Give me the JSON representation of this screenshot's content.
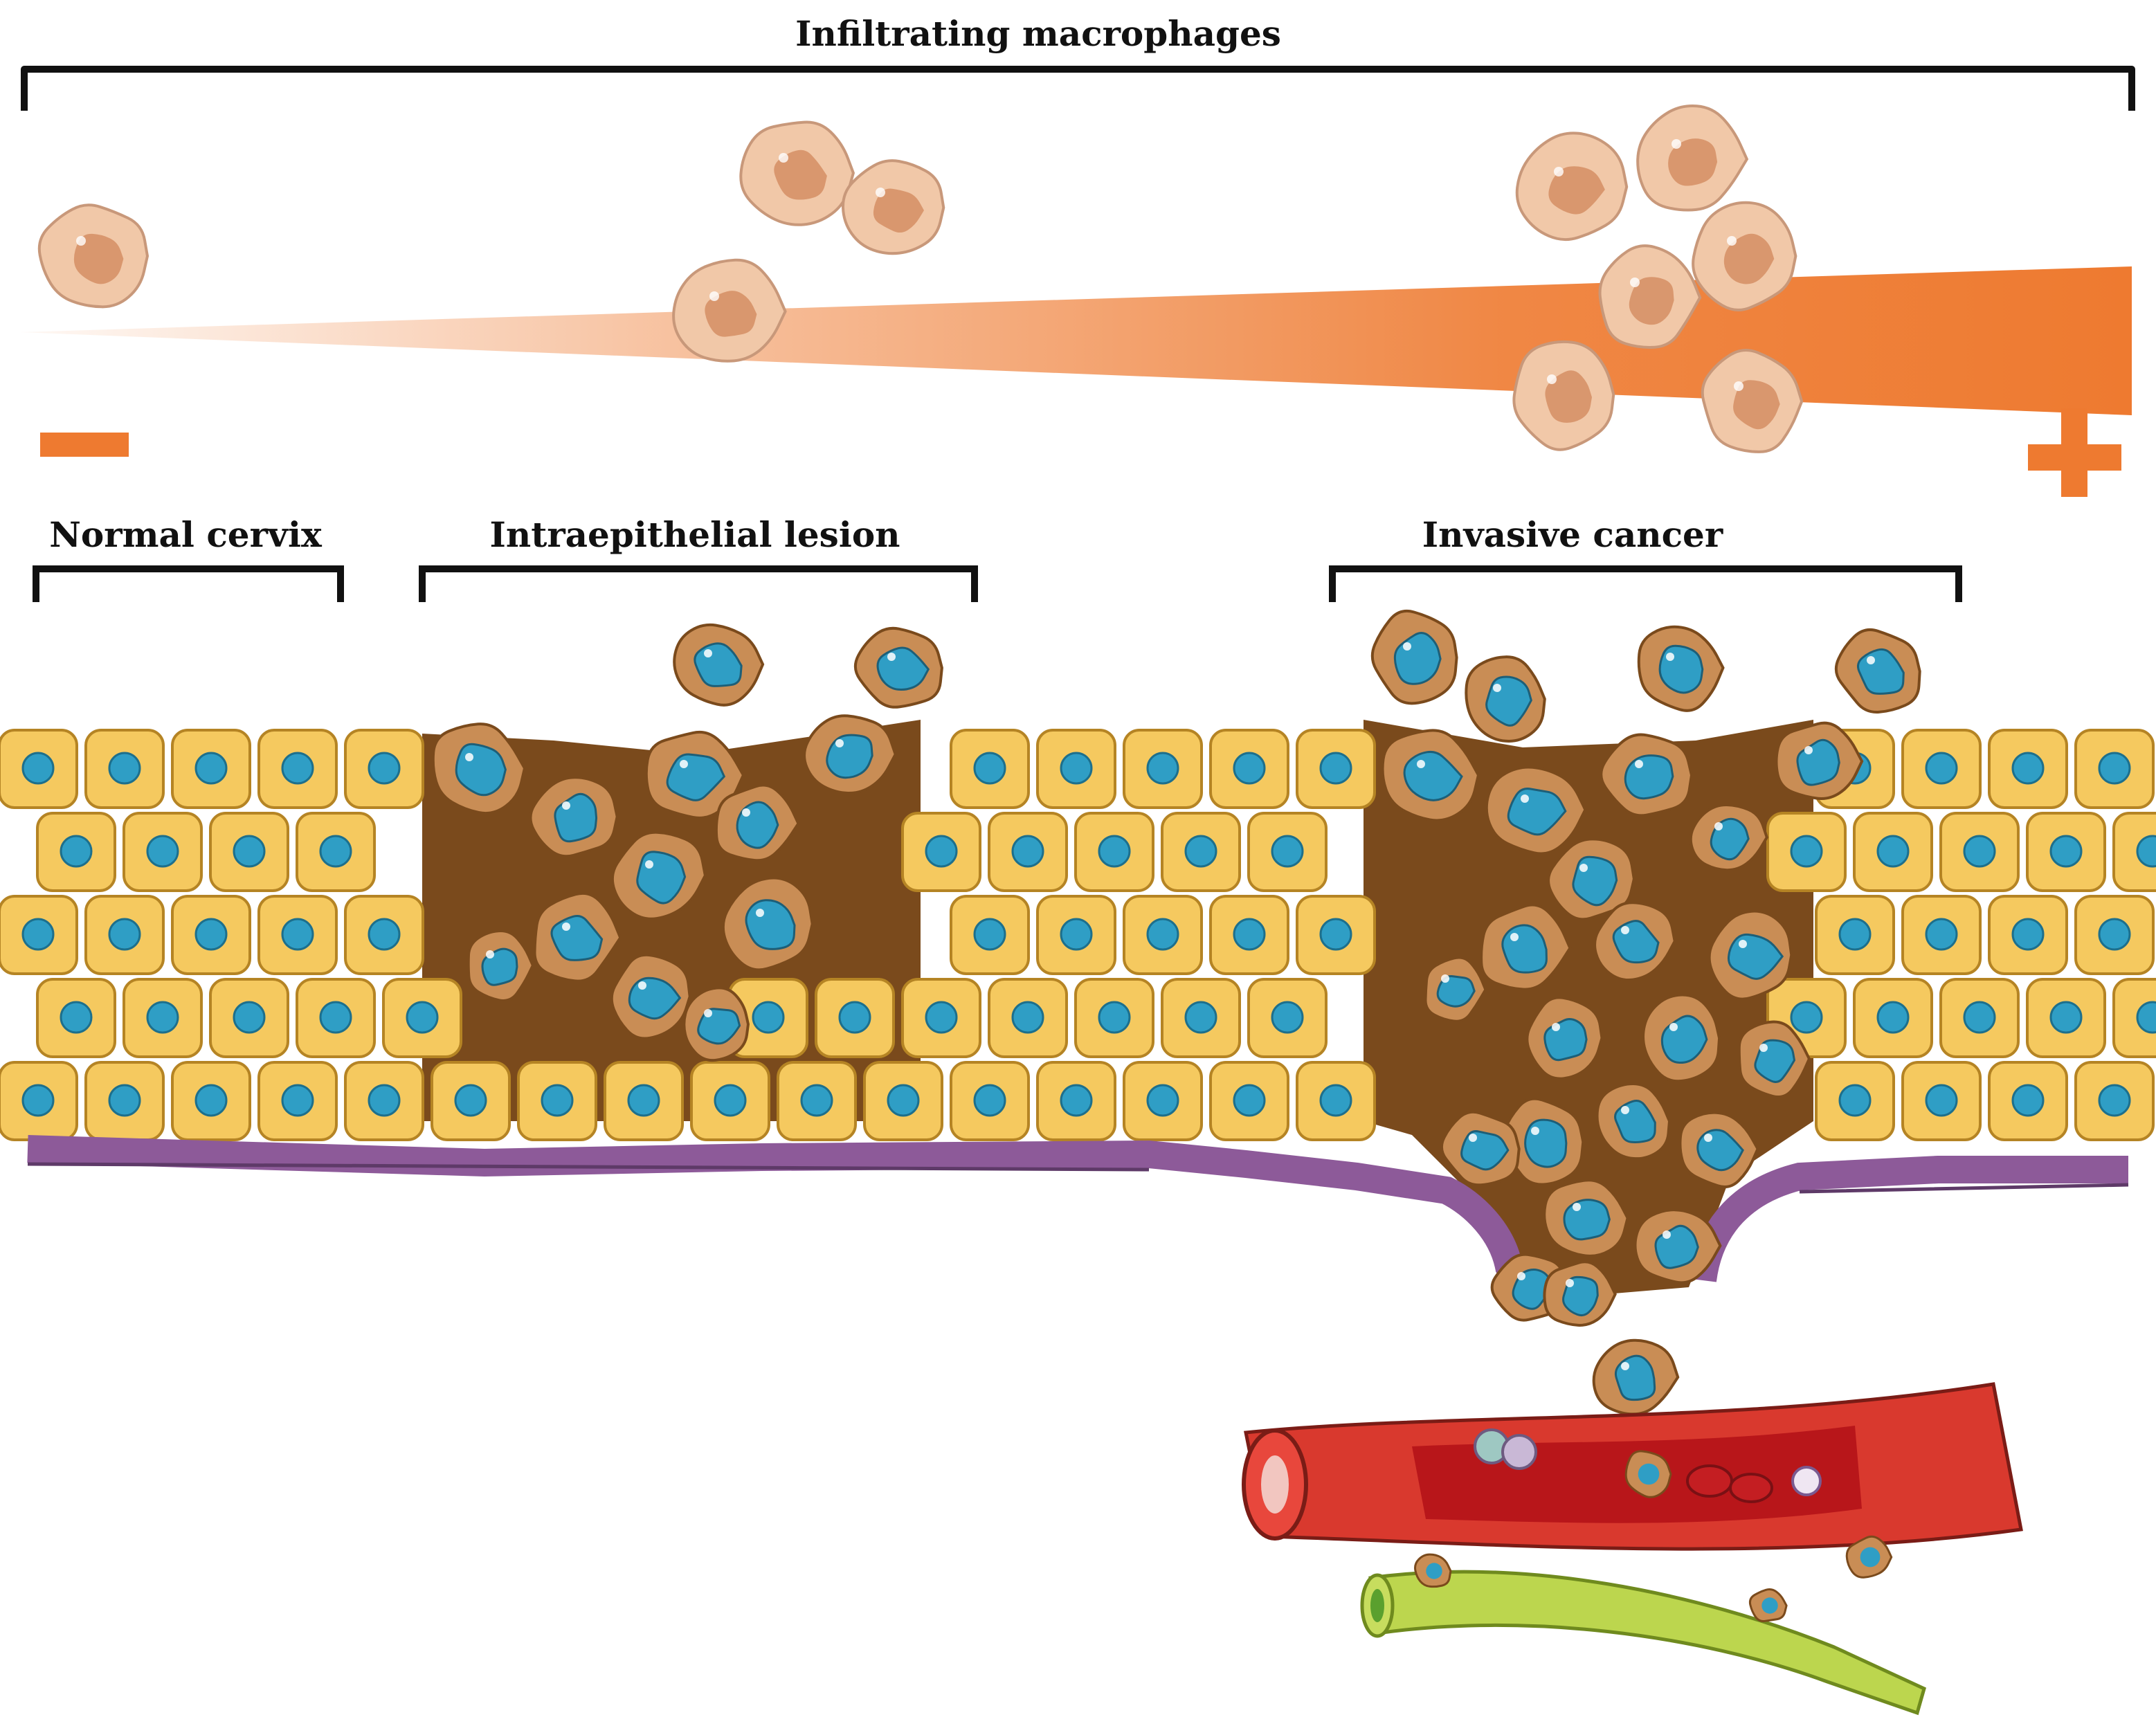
{
  "title": "Infiltrating macrophages",
  "scale": {
    "minus_label": "−",
    "plus_label": "+"
  },
  "stages": [
    {
      "label": "Normal cervix"
    },
    {
      "label": "Intraepithelial lesion"
    },
    {
      "label": "Invasive cancer"
    }
  ],
  "colors": {
    "gradient": "#ee7a30",
    "macrophage": "#f1c8a8",
    "macrophage_nucleus": "#d9976e",
    "epithelial_cell": "#f5c95f",
    "cell_nucleus": "#2f9ec5",
    "cancer_cell": "#c98d55",
    "basement_membrane": "#8d5a99",
    "blood_vessel": "#d9392e",
    "lymph_vessel": "#bcd64e"
  }
}
